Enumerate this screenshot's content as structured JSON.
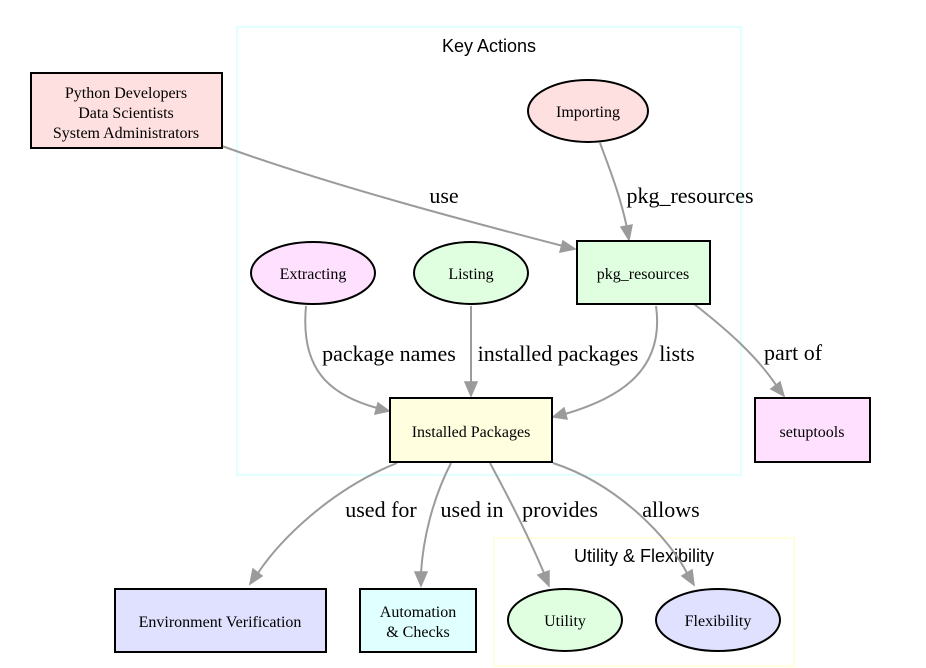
{
  "clusters": {
    "key_actions": {
      "label": "Key Actions",
      "border": "#e0ffff"
    },
    "utility_flex": {
      "label": "Utility & Flexibility",
      "border": "#ffffe0"
    }
  },
  "nodes": {
    "users": {
      "lines": [
        "Python Developers",
        "Data Scientists",
        "System Administrators"
      ],
      "fill": "#ffe0e0"
    },
    "importing": {
      "label": "Importing",
      "fill": "#ffe0e0"
    },
    "extracting": {
      "label": "Extracting",
      "fill": "#ffe0ff"
    },
    "listing": {
      "label": "Listing",
      "fill": "#e0ffe0"
    },
    "pkg_resources": {
      "label": "pkg_resources",
      "fill": "#e0ffe0"
    },
    "setuptools": {
      "label": "setuptools",
      "fill": "#ffe0ff"
    },
    "installed": {
      "label": "Installed Packages",
      "fill": "#ffffe0"
    },
    "env_verif": {
      "label": "Environment Verification",
      "fill": "#e0e0ff"
    },
    "automation": {
      "lines": [
        "Automation",
        "& Checks"
      ],
      "fill": "#e0ffff"
    },
    "utility": {
      "label": "Utility",
      "fill": "#e0ffe0"
    },
    "flexibility": {
      "label": "Flexibility",
      "fill": "#e0e0ff"
    }
  },
  "edges": {
    "use": "use",
    "importing_pkg": "pkg_resources",
    "part_of": "part of",
    "package_names": "package names",
    "installed_packages": "installed packages",
    "lists": "lists",
    "used_for": "used for",
    "used_in": "used in",
    "provides": "provides",
    "allows": "allows"
  }
}
